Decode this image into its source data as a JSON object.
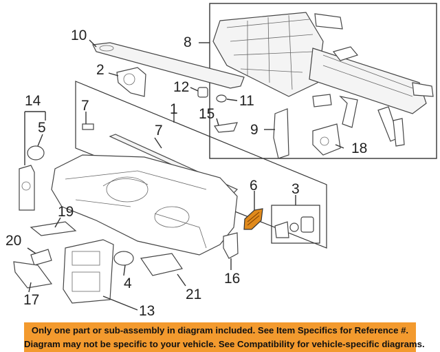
{
  "colors": {
    "banner_bg": "#f39a2e",
    "highlight": "#e08a1c"
  },
  "callouts": {
    "c1": "1",
    "c2": "2",
    "c3": "3",
    "c4": "4",
    "c5": "5",
    "c6": "6",
    "c7a": "7",
    "c7b": "7",
    "c8": "8",
    "c9": "9",
    "c10": "10",
    "c11": "11",
    "c12": "12",
    "c13": "13",
    "c14": "14",
    "c15": "15",
    "c16": "16",
    "c17": "17",
    "c18": "18",
    "c19": "19",
    "c20": "20",
    "c21": "21"
  },
  "banner": {
    "line1": "Only one part or sub-assembly in diagram included. See Item Specifics for Reference #.",
    "line2": "Diagram may not be specific to your vehicle. See Compatibility for vehicle-specific diagrams."
  }
}
